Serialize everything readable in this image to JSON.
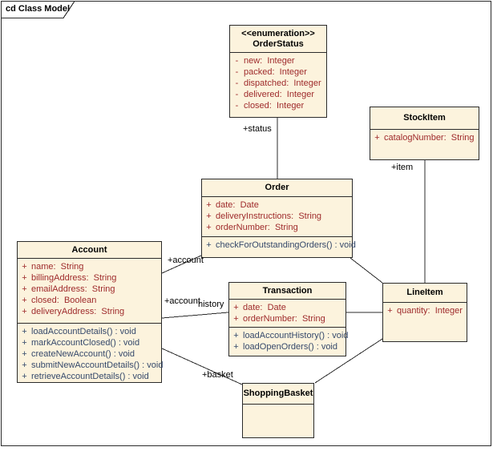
{
  "frame": {
    "title": "cd Class Model"
  },
  "colors": {
    "fill": "#FCF3DD",
    "line": "#2b2b2b",
    "attr": "#9E2A2B",
    "op": "#35496B",
    "name": "#000000",
    "bg": "#FFFFFF"
  },
  "classes": {
    "order_status": {
      "stereotype": "<<enumeration>>",
      "name": "OrderStatus",
      "attributes": [
        {
          "vis": "-",
          "text": "new:  Integer"
        },
        {
          "vis": "-",
          "text": "packed:  Integer"
        },
        {
          "vis": "-",
          "text": "dispatched:  Integer"
        },
        {
          "vis": "-",
          "text": "delivered:  Integer"
        },
        {
          "vis": "-",
          "text": "closed:  Integer"
        }
      ]
    },
    "stock_item": {
      "name": "StockItem",
      "attributes": [
        {
          "vis": "+",
          "text": "catalogNumber:  String"
        }
      ]
    },
    "order": {
      "name": "Order",
      "attributes": [
        {
          "vis": "+",
          "text": "date:  Date"
        },
        {
          "vis": "+",
          "text": "deliveryInstructions:  String"
        },
        {
          "vis": "+",
          "text": "orderNumber:  String"
        }
      ],
      "operations": [
        {
          "vis": "+",
          "text": "checkForOutstandingOrders() : void"
        }
      ]
    },
    "account": {
      "name": "Account",
      "attributes": [
        {
          "vis": "+",
          "text": "name:  String"
        },
        {
          "vis": "+",
          "text": "billingAddress:  String"
        },
        {
          "vis": "+",
          "text": "emailAddress:  String"
        },
        {
          "vis": "+",
          "text": "closed:  Boolean"
        },
        {
          "vis": "+",
          "text": "deliveryAddress:  String"
        }
      ],
      "operations": [
        {
          "vis": "+",
          "text": "loadAccountDetails() : void"
        },
        {
          "vis": "+",
          "text": "markAccountClosed() : void"
        },
        {
          "vis": "+",
          "text": "createNewAccount() : void"
        },
        {
          "vis": "+",
          "text": "submitNewAccountDetails() : void"
        },
        {
          "vis": "+",
          "text": "retrieveAccountDetails() : void"
        }
      ]
    },
    "transaction": {
      "name": "Transaction",
      "attributes": [
        {
          "vis": "+",
          "text": "date:  Date"
        },
        {
          "vis": "+",
          "text": "orderNumber:  String"
        }
      ],
      "operations": [
        {
          "vis": "+",
          "text": "loadAccountHistory() : void"
        },
        {
          "vis": "+",
          "text": "loadOpenOrders() : void"
        }
      ]
    },
    "line_item": {
      "name": "LineItem",
      "attributes": [
        {
          "vis": "+",
          "text": "quantity:  Integer"
        }
      ]
    },
    "shopping_basket": {
      "name": "ShoppingBasket"
    }
  },
  "association_labels": {
    "status": "+status",
    "item": "+item",
    "account_order": "+account",
    "account_transaction": "+account",
    "history": "history",
    "basket": "+basket"
  }
}
